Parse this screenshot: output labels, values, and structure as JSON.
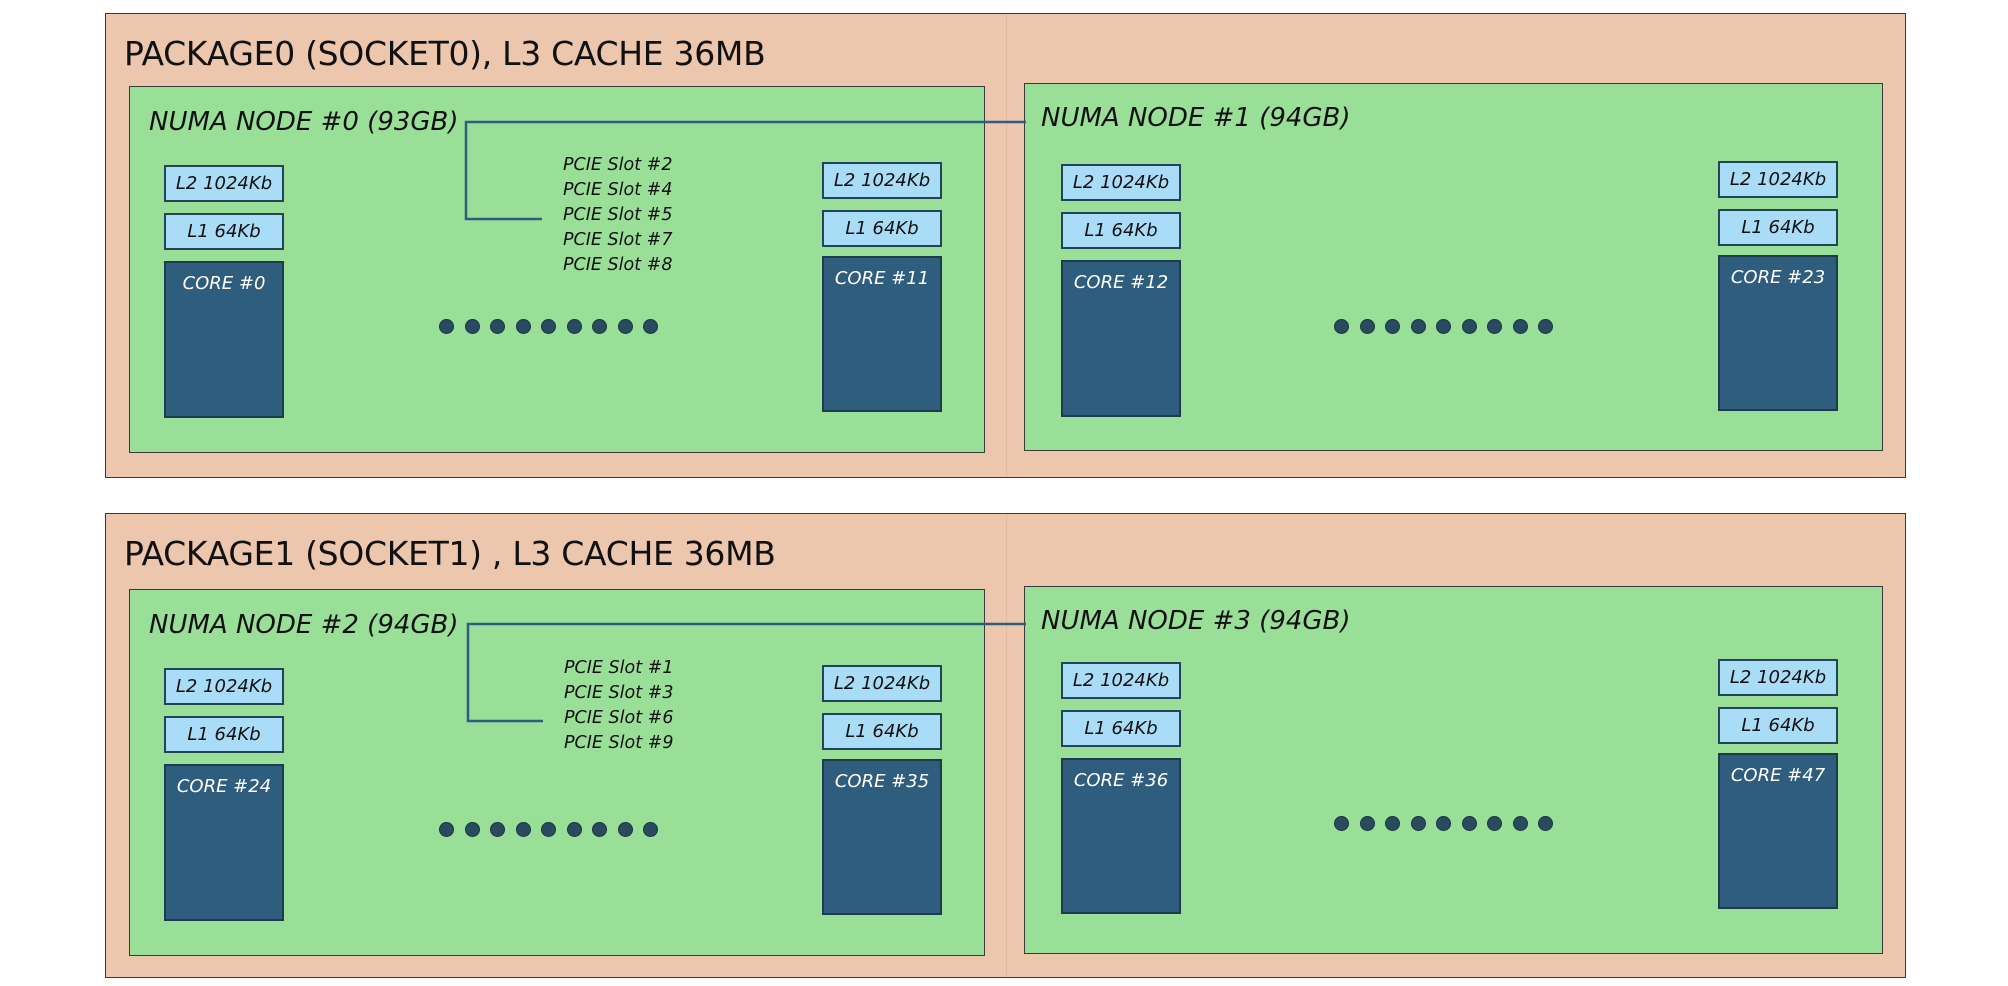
{
  "packages": [
    {
      "title": "PACKAGE0 (SOCKET0), L3 CACHE 36MB",
      "nodes": [
        {
          "title": "NUMA NODE #0 (93GB)",
          "first": {
            "l2": "L2 1024Kb",
            "l1": "L1 64Kb",
            "core": "CORE #0"
          },
          "last": {
            "l2": "L2 1024Kb",
            "l1": "L1 64Kb",
            "core": "CORE #11"
          },
          "pcie_slots": [
            "PCIE Slot #2",
            "PCIE Slot #4",
            "PCIE Slot #5",
            "PCIE Slot #7",
            "PCIE Slot #8"
          ]
        },
        {
          "title": "NUMA NODE #1 (94GB)",
          "first": {
            "l2": "L2 1024Kb",
            "l1": "L1 64Kb",
            "core": "CORE #12"
          },
          "last": {
            "l2": "L2 1024Kb",
            "l1": "L1 64Kb",
            "core": "CORE #23"
          }
        }
      ]
    },
    {
      "title": "PACKAGE1 (SOCKET1) , L3 CACHE 36MB",
      "nodes": [
        {
          "title": "NUMA NODE #2 (94GB)",
          "first": {
            "l2": "L2 1024Kb",
            "l1": "L1 64Kb",
            "core": "CORE #24"
          },
          "last": {
            "l2": "L2 1024Kb",
            "l1": "L1 64Kb",
            "core": "CORE #35"
          },
          "pcie_slots": [
            "PCIE Slot #1",
            "PCIE Slot #3",
            "PCIE Slot #6",
            "PCIE Slot #9"
          ]
        },
        {
          "title": "NUMA NODE #3 (94GB)",
          "first": {
            "l2": "L2 1024Kb",
            "l1": "L1 64Kb",
            "core": "CORE #36"
          },
          "last": {
            "l2": "L2 1024Kb",
            "l1": "L1 64Kb",
            "core": "CORE #47"
          }
        }
      ]
    }
  ],
  "colors": {
    "package_bg": "#edc6ae",
    "numa_node_bg": "#99df98",
    "cache_bg": "#a9dcf6",
    "core_bg": "#2f5d7e",
    "connector_line": "#2f5d7e"
  }
}
